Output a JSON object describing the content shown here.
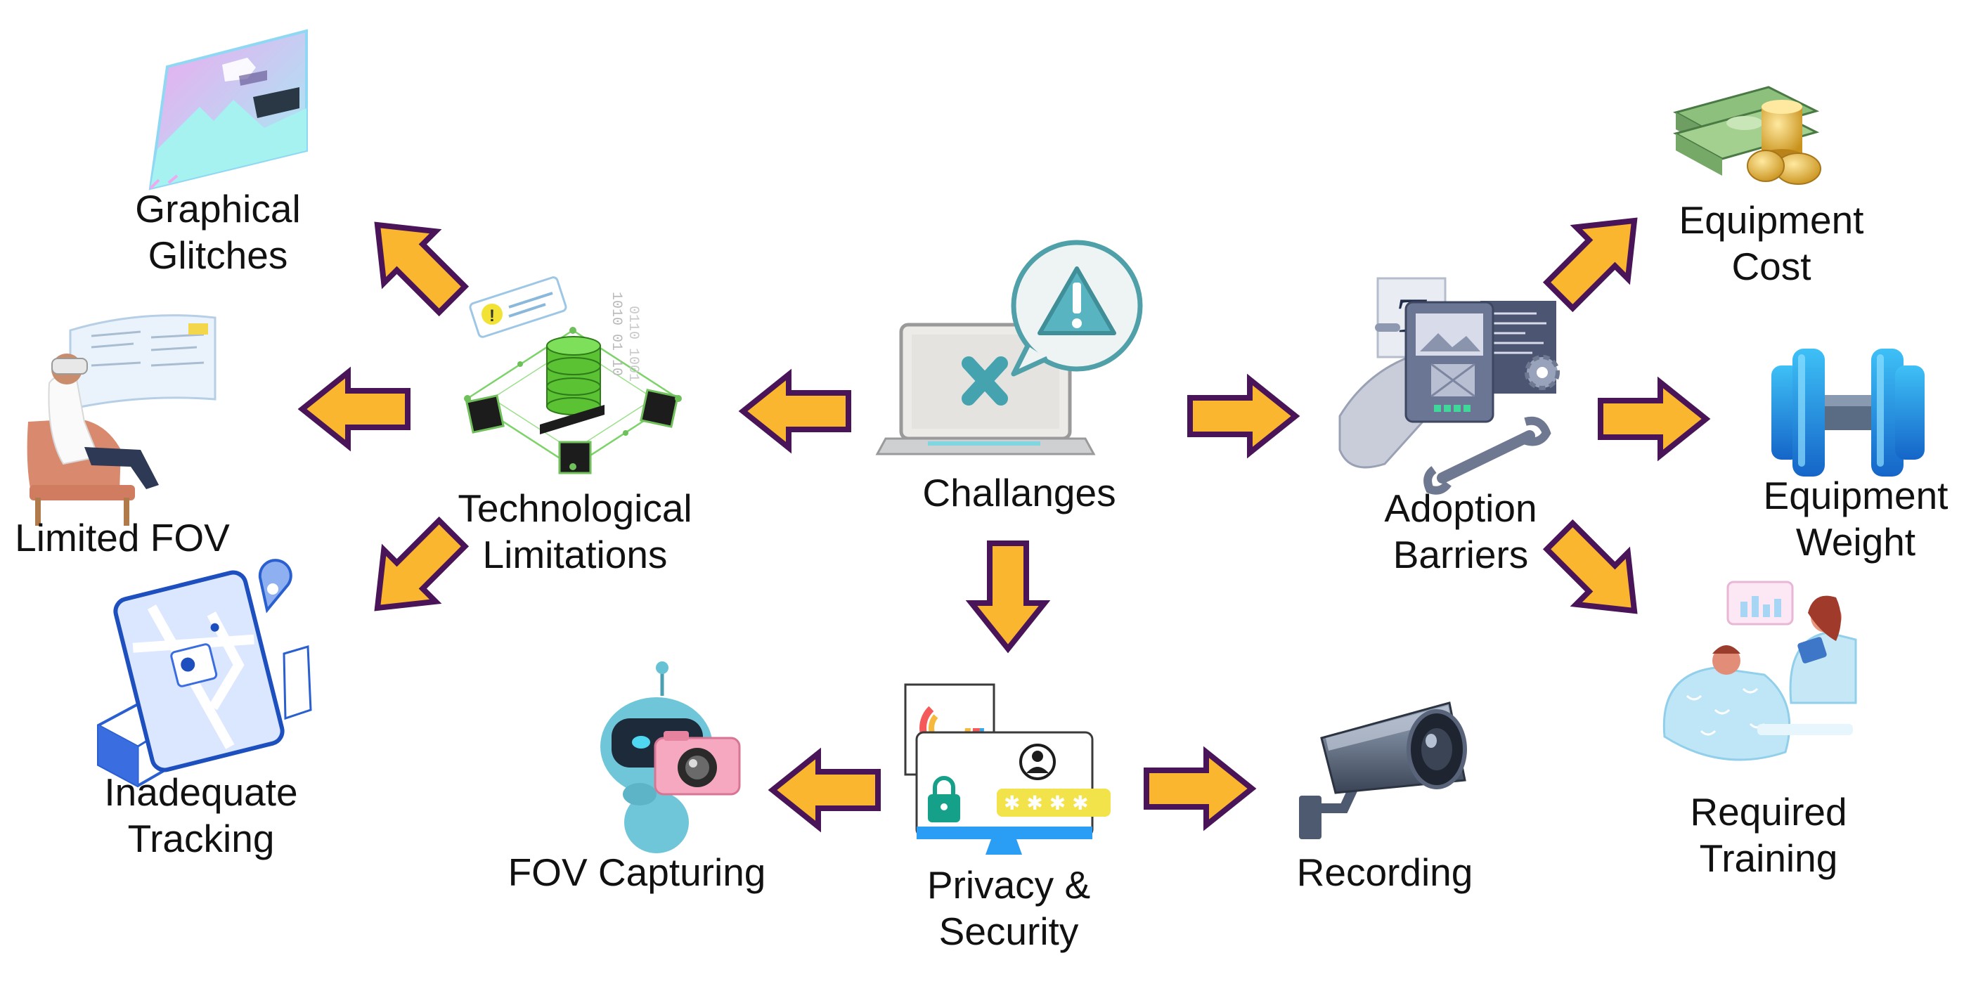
{
  "diagram": {
    "center": {
      "label": "Challanges",
      "icon": "laptop-error-icon"
    },
    "categories": [
      {
        "id": "tech",
        "label": "Technological\nLimitations",
        "icon": "database-network-icon",
        "children": [
          {
            "label": "Graphical\nGlitches",
            "icon": "glitched-image-icon"
          },
          {
            "label": "Limited FOV",
            "icon": "vr-headset-user-icon"
          },
          {
            "label": "Inadequate\nTracking",
            "icon": "phone-map-tracking-icon"
          }
        ]
      },
      {
        "id": "adoption",
        "label": "Adoption\nBarriers",
        "icon": "hand-tools-icon",
        "children": [
          {
            "label": "Equipment\nCost",
            "icon": "money-coins-icon"
          },
          {
            "label": "Equipment\nWeight",
            "icon": "dumbbell-icon"
          },
          {
            "label": "Required\nTraining",
            "icon": "training-people-icon"
          }
        ]
      },
      {
        "id": "privacy",
        "label": "Privacy &\nSecurity",
        "icon": "secure-dashboard-icon",
        "children": [
          {
            "label": "FOV Capturing",
            "icon": "robot-camera-icon"
          },
          {
            "label": "Recording",
            "icon": "security-camera-icon"
          }
        ]
      }
    ]
  },
  "colors": {
    "arrow_fill": "#fbb62f",
    "arrow_stroke": "#4a1458",
    "text": "#111111"
  }
}
